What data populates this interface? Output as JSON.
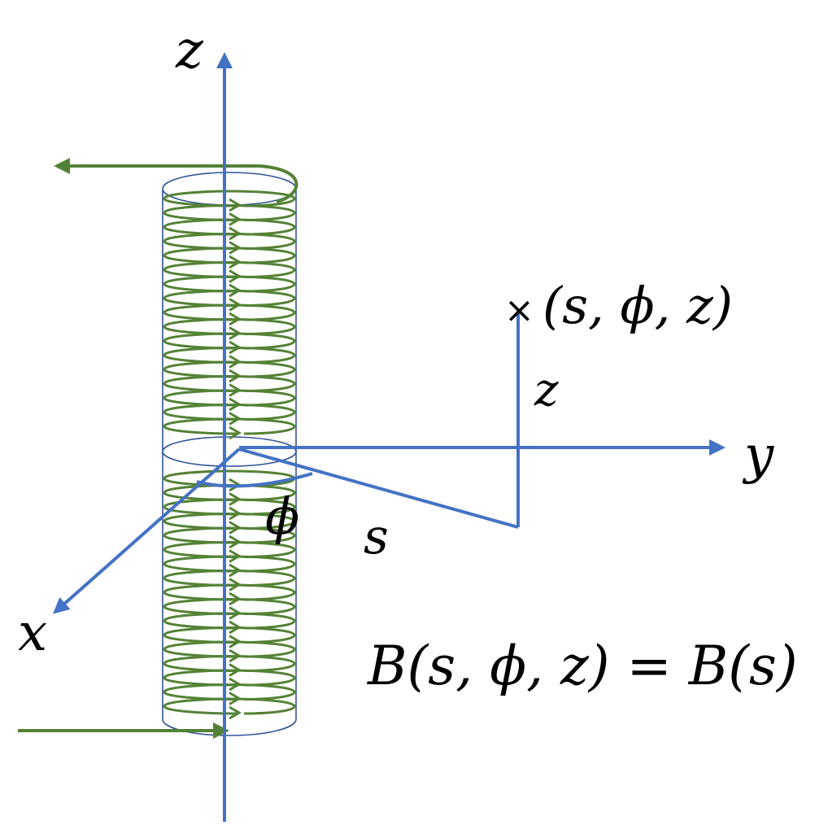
{
  "labels": {
    "z_axis": "z",
    "y_axis": "y",
    "x_axis": "x",
    "phi_angle": "ϕ",
    "s_distance": "s",
    "z_distance": "z",
    "point_marker": "×",
    "point": "(s, ϕ, z)",
    "equation": "B(s, ϕ, z) = B(s)"
  },
  "colors": {
    "axis": "#4472c4",
    "coil": "#548235",
    "cylinder_outline": "#2f5597",
    "text": "#000000"
  },
  "coil": {
    "turns_upper": 17,
    "turns_lower": 17
  }
}
